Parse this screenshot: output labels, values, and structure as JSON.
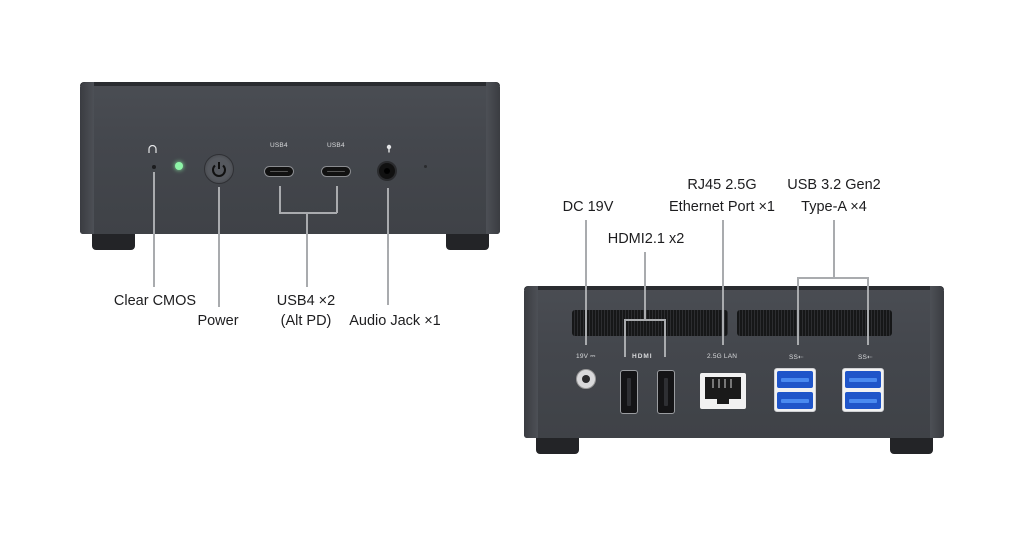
{
  "front_view": {
    "port_labels": {
      "usb4_left": "USB4",
      "usb4_right": "USB4"
    },
    "icons": [
      "headphone-icon",
      "power-led",
      "power-icon",
      "microphone-headset-icon"
    ],
    "callouts": {
      "clear_cmos": "Clear CMOS",
      "power": "Power",
      "usb4_line1": "USB4 ×2",
      "usb4_line2": "(Alt PD)",
      "audio": "Audio Jack ×1"
    },
    "led_color": "#8ef5a8"
  },
  "rear_view": {
    "port_labels": {
      "dc": "19V ⎓",
      "hdmi": "HDMI",
      "lan": "2.5G LAN",
      "usb_left": "SS⇠",
      "usb_right": "SS⇠"
    },
    "callouts": {
      "dc": "DC 19V",
      "hdmi": "HDMI2.1 x2",
      "rj45_line1": "RJ45 2.5G",
      "rj45_line2": "Ethernet Port ×1",
      "usb_line1": "USB 3.2 Gen2",
      "usb_line2": "Type-A ×4"
    },
    "usb_port_color": "#1f55c9"
  }
}
